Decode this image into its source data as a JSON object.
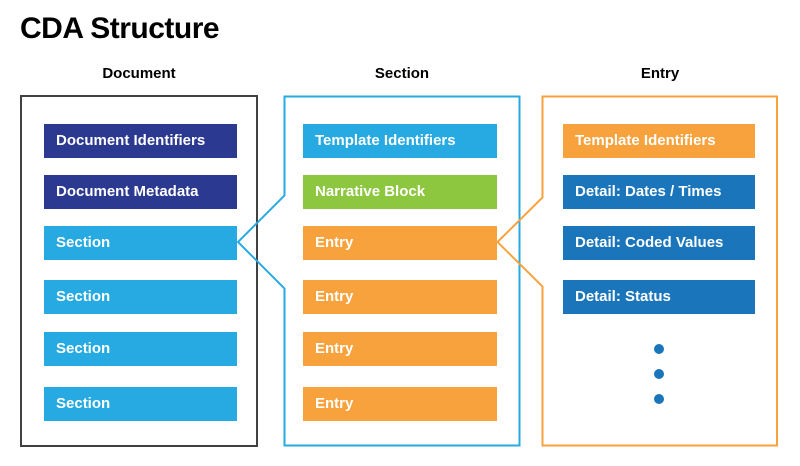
{
  "title": "CDA Structure",
  "colors": {
    "navy": "#2b3990",
    "cyan": "#27aae1",
    "green": "#8dc63f",
    "orange": "#f8a23e",
    "blue": "#1b75bb",
    "doc_border": "#414042",
    "text_on_box": "#ffffff",
    "heading": "#000000"
  },
  "columns": [
    {
      "header": "Document",
      "boxes": [
        {
          "label": "Document Identifiers",
          "color": "navy"
        },
        {
          "label": "Document Metadata",
          "color": "navy"
        },
        {
          "label": "Section",
          "color": "cyan"
        },
        {
          "label": "Section",
          "color": "cyan"
        },
        {
          "label": "Section",
          "color": "cyan"
        },
        {
          "label": "Section",
          "color": "cyan"
        }
      ]
    },
    {
      "header": "Section",
      "boxes": [
        {
          "label": "Template Identifiers",
          "color": "cyan"
        },
        {
          "label": "Narrative Block",
          "color": "green"
        },
        {
          "label": "Entry",
          "color": "orange"
        },
        {
          "label": "Entry",
          "color": "orange"
        },
        {
          "label": "Entry",
          "color": "orange"
        },
        {
          "label": "Entry",
          "color": "orange"
        }
      ]
    },
    {
      "header": "Entry",
      "boxes": [
        {
          "label": "Template Identifiers",
          "color": "orange"
        },
        {
          "label": "Detail: Dates / Times",
          "color": "blue"
        },
        {
          "label": "Detail: Coded Values",
          "color": "blue"
        },
        {
          "label": "Detail: Status",
          "color": "blue"
        }
      ],
      "ellipsis_dots": 3
    }
  ]
}
